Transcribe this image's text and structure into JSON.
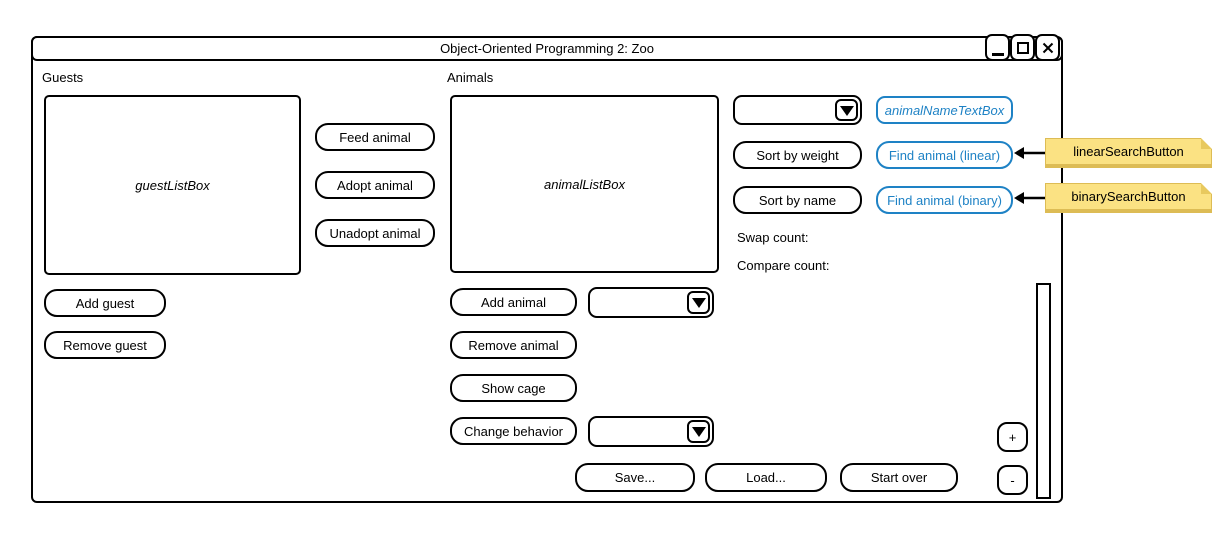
{
  "window": {
    "title": "Object-Oriented Programming 2: Zoo"
  },
  "icons": {
    "minimize": "_",
    "maximize": "□",
    "close": "✕",
    "dropdown_arrow": "▼",
    "annotation_arrow": "←"
  },
  "guests_panel": {
    "label": "Guests",
    "listbox_text": "guestListBox",
    "feed_button": "Feed animal",
    "adopt_button": "Adopt animal",
    "unadopt_button": "Unadopt animal",
    "add_button": "Add guest",
    "remove_button": "Remove guest"
  },
  "animals_panel": {
    "label": "Animals",
    "listbox_text": "animalListBox",
    "add_button": "Add animal",
    "add_type_dropdown_value": "",
    "remove_button": "Remove animal",
    "show_cage_button": "Show cage",
    "change_behavior_button": "Change behavior",
    "behavior_dropdown_value": ""
  },
  "search_sort_panel": {
    "sort_dropdown_value": "",
    "name_textbox_text": "animalNameTextBox",
    "sort_by_weight_button": "Sort by weight",
    "find_linear_button": "Find animal (linear)",
    "sort_by_name_button": "Sort by name",
    "find_binary_button": "Find animal (binary)",
    "swap_count_label": "Swap count:",
    "compare_count_label": "Compare count:"
  },
  "bottom_bar": {
    "save_button": "Save...",
    "load_button": "Load...",
    "start_over_button": "Start over"
  },
  "zoom_controls": {
    "plus_button": "+",
    "minus_button": "-"
  },
  "annotations": [
    {
      "label": "linearSearchButton"
    },
    {
      "label": "binarySearchButton"
    }
  ],
  "colors": {
    "accent_blue": "#1E82C5",
    "note_fill": "#FBE283",
    "note_fold": "#E8C95E",
    "note_edge": "#DDBC55",
    "outline": "#000000"
  }
}
